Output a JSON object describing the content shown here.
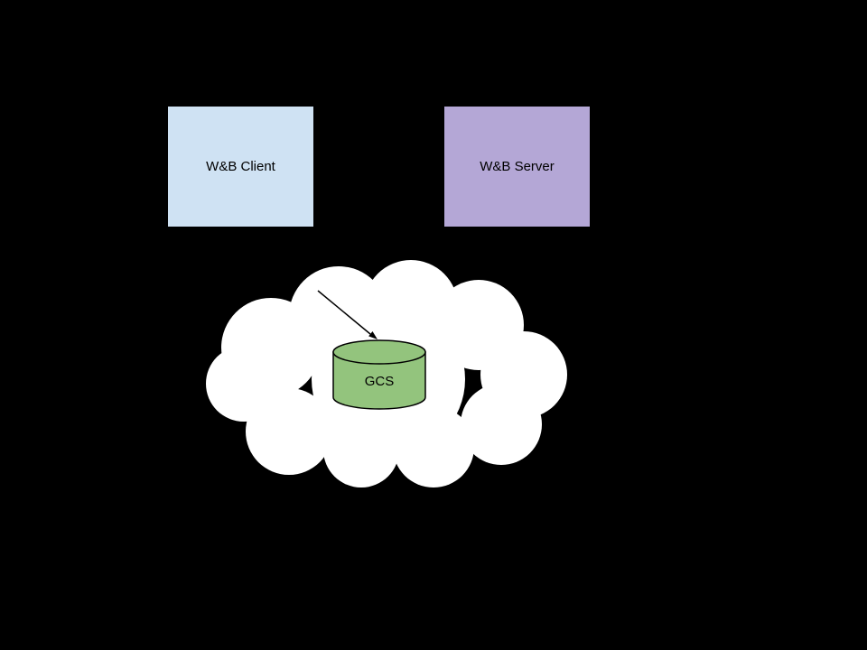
{
  "background_color": "#000000",
  "nodes": {
    "client": {
      "label": "W&B Client",
      "fill": "#cfe2f3",
      "stroke": "#000000"
    },
    "server": {
      "label": "W&B Server",
      "fill": "#b4a7d6",
      "stroke": "#000000"
    },
    "gcs": {
      "label": "GCS",
      "fill": "#93c47d",
      "stroke": "#000000"
    }
  },
  "cloud": {
    "fill": "#ffffff",
    "stroke": "#000000"
  },
  "connector": {
    "from": "cloud-top",
    "to": "gcs",
    "color": "#000000"
  }
}
